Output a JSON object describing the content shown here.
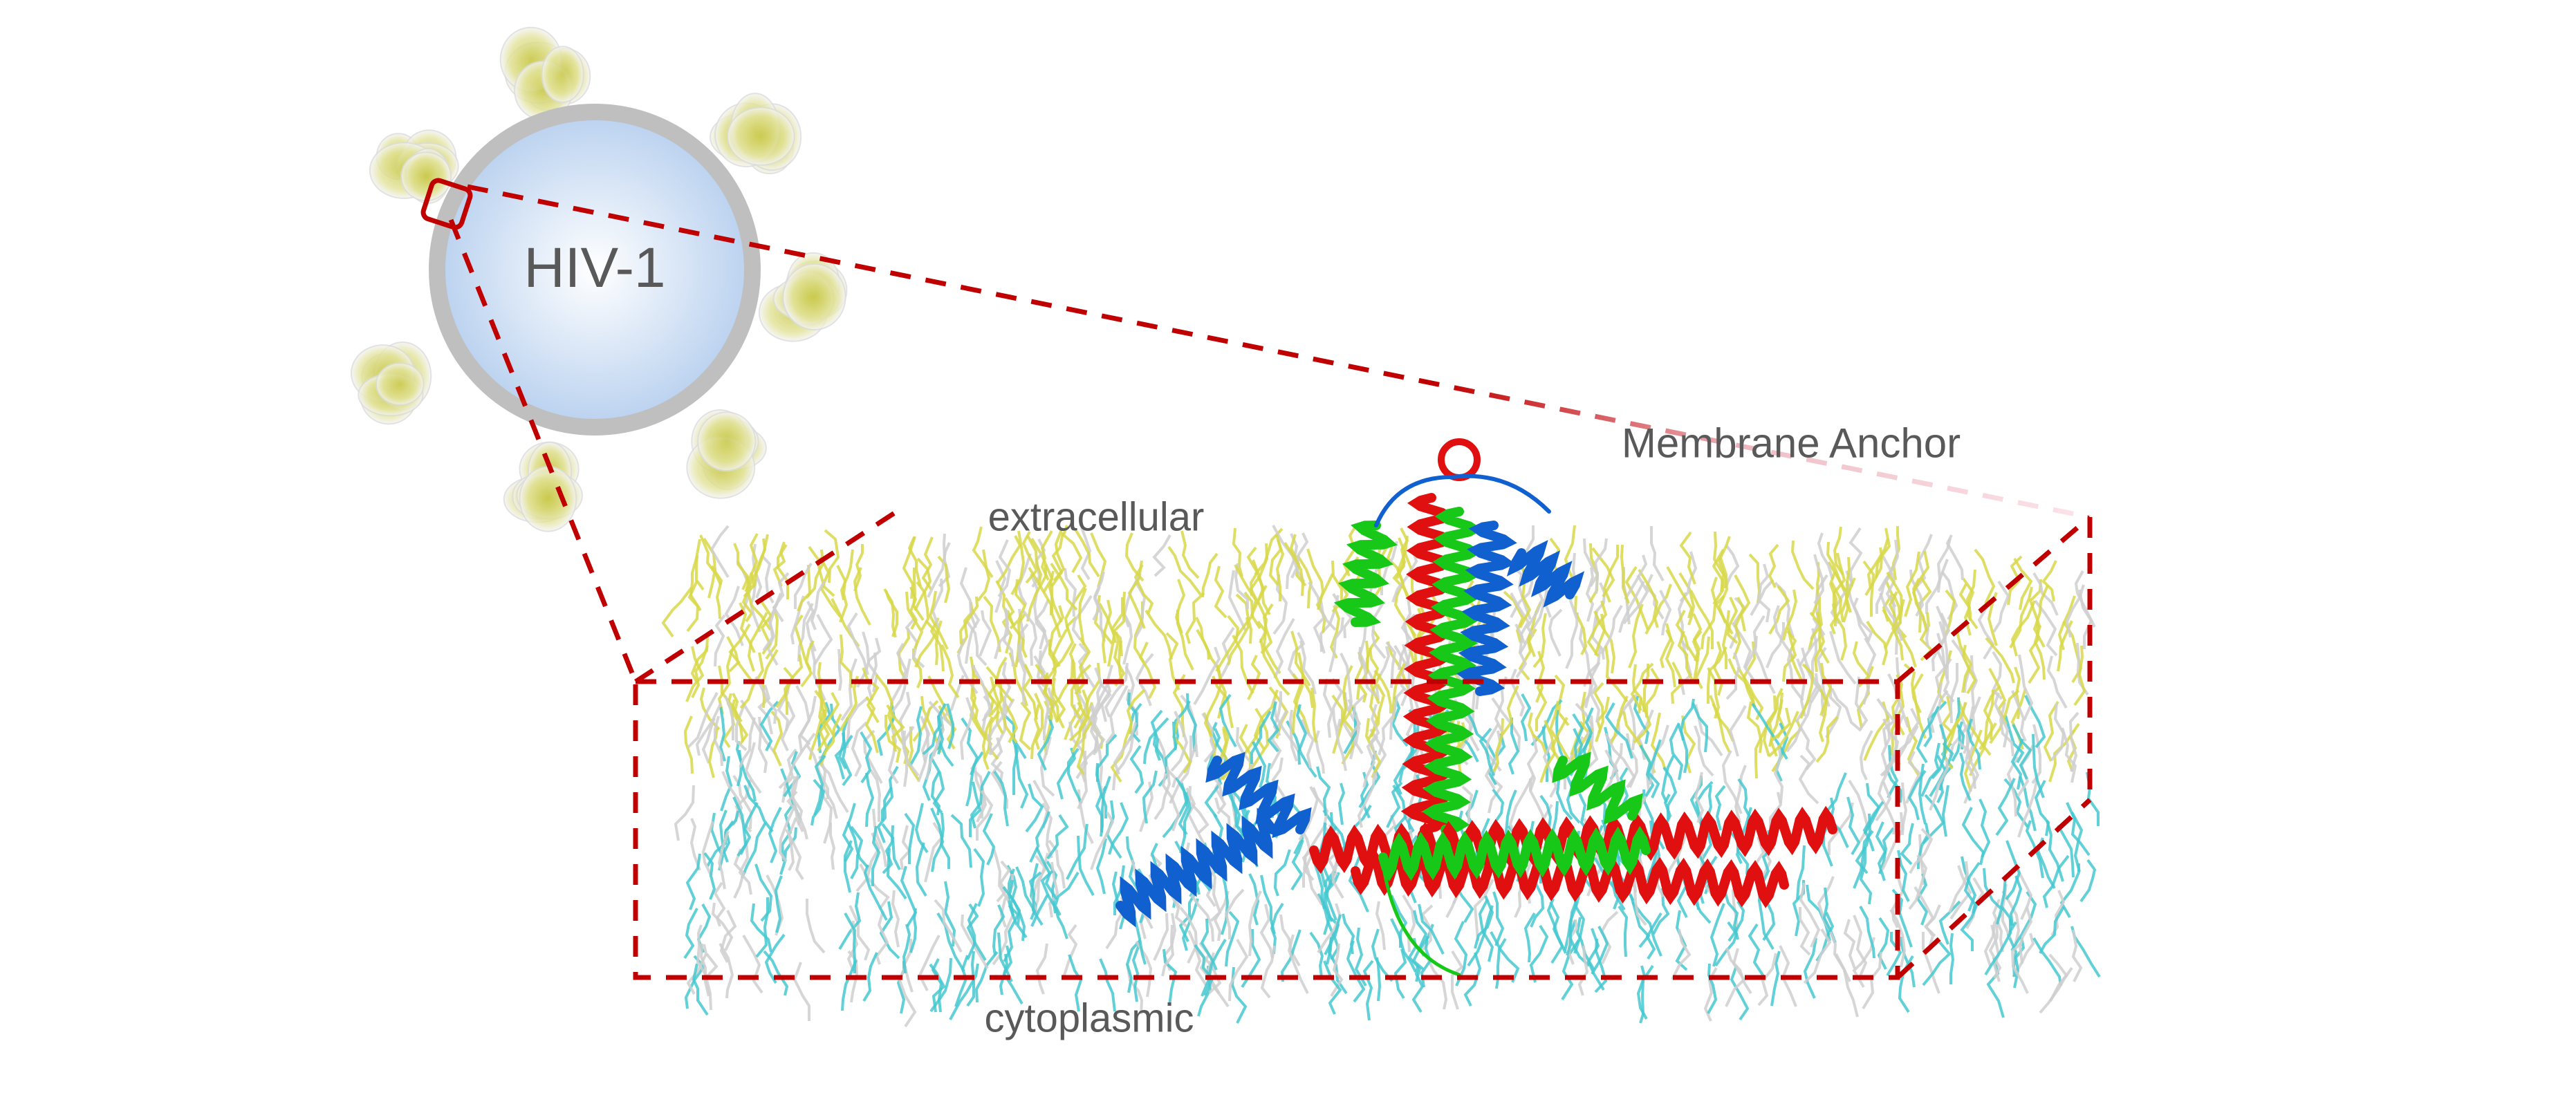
{
  "labels": {
    "virus": "HIV-1",
    "membrane_anchor": "Membrane Anchor",
    "extracellular": "extracellular",
    "cytoplasmic": "cytoplasmic"
  },
  "colors": {
    "dash": "#c00000",
    "virus_shell": "#bfbfbf",
    "virus_fill": "#b9d1ef",
    "lipid_head_top": "#d8d84a",
    "lipid_bottom": "#45c8d0",
    "lipid_neutral": "#cfcfcf",
    "helix_red": "#e01010",
    "helix_green": "#18c818",
    "helix_blue": "#1060d0",
    "spike": "#d6d676"
  }
}
